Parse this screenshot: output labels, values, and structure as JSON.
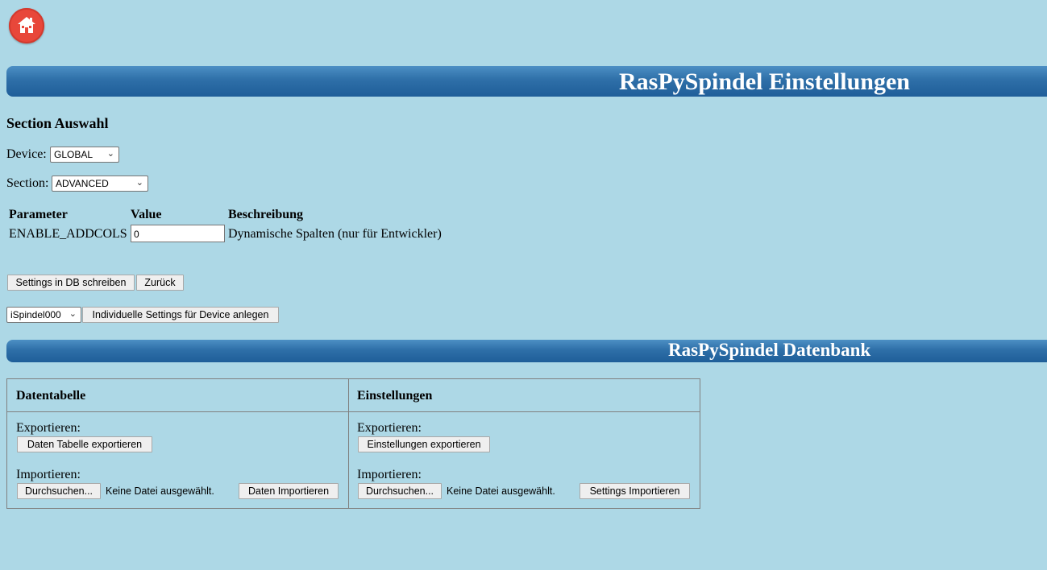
{
  "home": {
    "icon": "home-icon"
  },
  "header": {
    "title": "RasPySpindel Einstellungen"
  },
  "section_select": {
    "title": "Section Auswahl",
    "device_label": "Device:",
    "device_value": "GLOBAL",
    "section_label": "Section:",
    "section_value": "ADVANCED"
  },
  "params_table": {
    "headers": [
      "Parameter",
      "Value",
      "Beschreibung"
    ],
    "rows": [
      {
        "parameter": "ENABLE_ADDCOLS",
        "value": "0",
        "description": "Dynamische Spalten (nur für Entwickler)"
      }
    ]
  },
  "actions": {
    "save_label": "Settings in DB schreiben",
    "back_label": "Zurück",
    "device_select_value": "iSpindel000",
    "create_label": "Individuelle Settings für Device anlegen"
  },
  "database": {
    "title": "RasPySpindel Datenbank",
    "columns": [
      {
        "header": "Datentabelle",
        "export_label": "Exportieren:",
        "export_button": "Daten Tabelle exportieren",
        "import_label": "Importieren:",
        "browse_button": "Durchsuchen...",
        "no_file_text": "Keine Datei ausgewählt.",
        "import_button": "Daten Importieren"
      },
      {
        "header": "Einstellungen",
        "export_label": "Exportieren:",
        "export_button": "Einstellungen exportieren",
        "import_label": "Importieren:",
        "browse_button": "Durchsuchen...",
        "no_file_text": "Keine Datei ausgewählt.",
        "import_button": "Settings Importieren"
      }
    ]
  },
  "colors": {
    "background": "#add8e6",
    "banner": "#2e6fa8",
    "home_button": "#e8473a"
  }
}
